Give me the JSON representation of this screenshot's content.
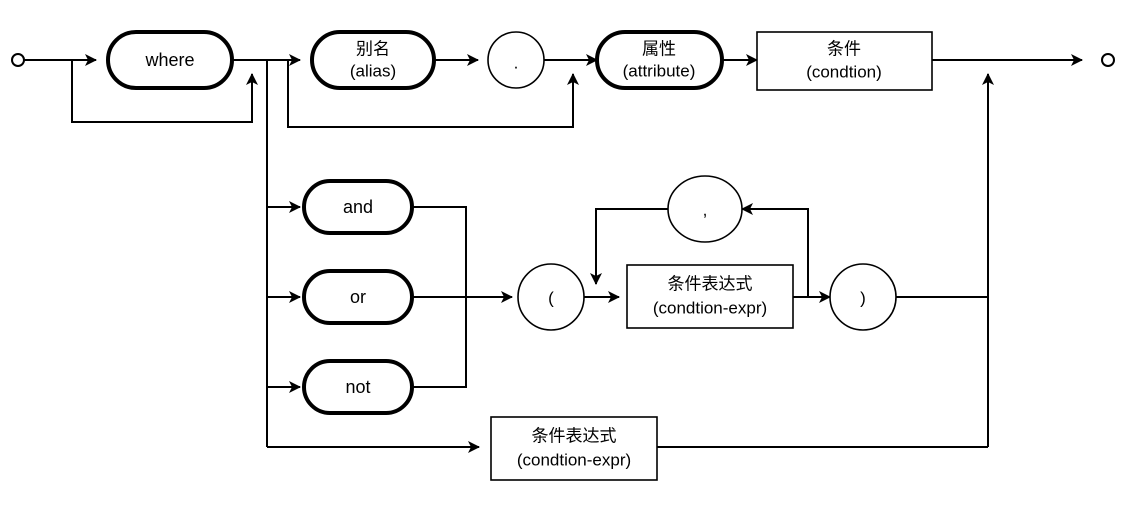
{
  "diagram": {
    "kind": "railroad-syntax-diagram",
    "title": "where clause syntax diagram",
    "colors": {
      "stroke": "#000000",
      "fill": "#ffffff",
      "background": "#ffffff"
    },
    "start_terminal": "start-circle",
    "end_terminal": "end-circle",
    "nodes": [
      {
        "id": "where",
        "shape": "terminal",
        "text_cn": "",
        "text_en": "where"
      },
      {
        "id": "alias",
        "shape": "terminal",
        "text_cn": "别名",
        "text_en": "(alias)"
      },
      {
        "id": "dot",
        "shape": "punctuation",
        "text_cn": "",
        "text_en": "."
      },
      {
        "id": "attribute",
        "shape": "terminal",
        "text_cn": "属性",
        "text_en": "(attribute)"
      },
      {
        "id": "condtion",
        "shape": "nonterminal",
        "text_cn": "条件",
        "text_en": "(condtion)"
      },
      {
        "id": "and",
        "shape": "terminal",
        "text_cn": "",
        "text_en": "and"
      },
      {
        "id": "or",
        "shape": "terminal",
        "text_cn": "",
        "text_en": "or"
      },
      {
        "id": "not",
        "shape": "terminal",
        "text_cn": "",
        "text_en": "not"
      },
      {
        "id": "lparen",
        "shape": "punctuation",
        "text_cn": "",
        "text_en": "("
      },
      {
        "id": "comma",
        "shape": "punctuation",
        "text_cn": "",
        "text_en": ","
      },
      {
        "id": "condtion-expr-1",
        "shape": "nonterminal",
        "text_cn": "条件表达式",
        "text_en": "(condtion-expr)"
      },
      {
        "id": "rparen",
        "shape": "punctuation",
        "text_cn": "",
        "text_en": ")"
      },
      {
        "id": "condtion-expr-2",
        "shape": "nonterminal",
        "text_cn": "条件表达式",
        "text_en": "(condtion-expr)"
      }
    ]
  }
}
